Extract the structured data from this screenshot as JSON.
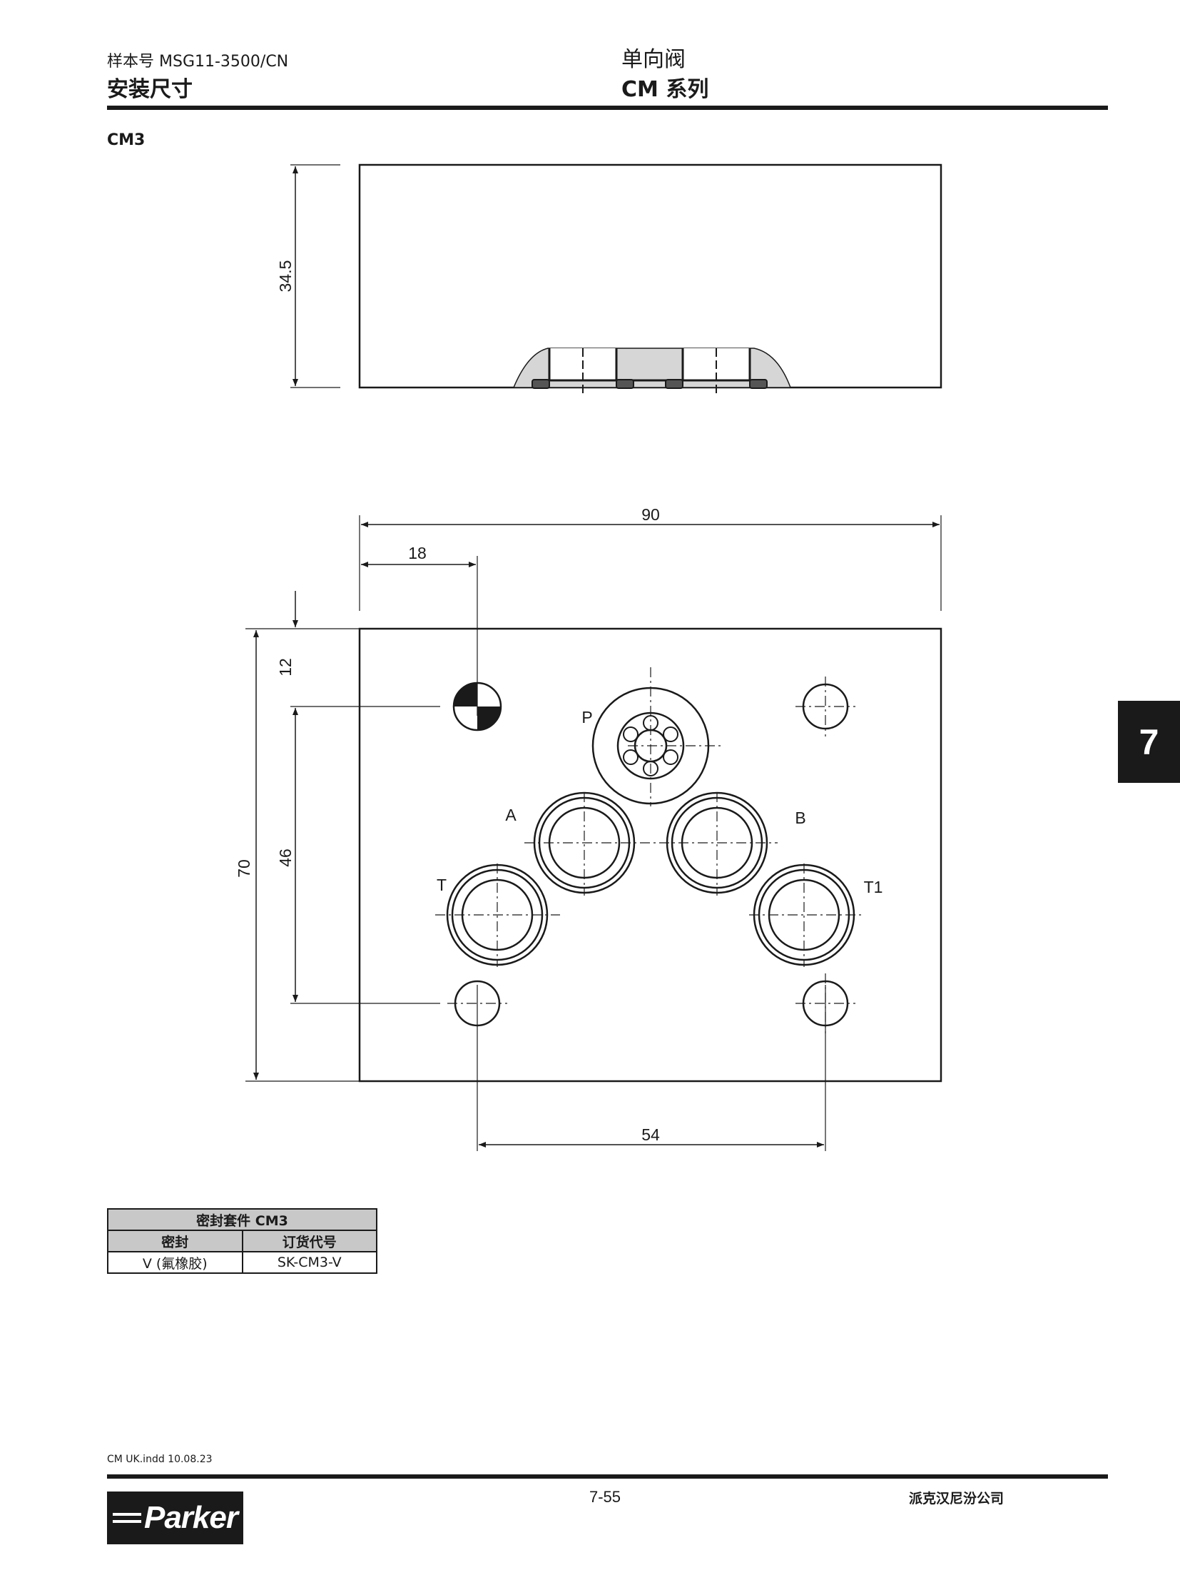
{
  "header": {
    "catalog_no": "样本号 MSG11-3500/CN",
    "section_title": "安装尺寸",
    "product": "单向阀",
    "series": "CM 系列"
  },
  "section_label": "CM3",
  "drawing": {
    "side_view": {
      "height_dim": "34.5"
    },
    "top_view": {
      "width_dim": "90",
      "ref_offset_dim": "18",
      "top_offset_dim": "12",
      "hole_pitch_v_dim": "46",
      "height_dim": "70",
      "hole_pitch_h_dim": "54",
      "ports": {
        "p": "P",
        "a": "A",
        "b": "B",
        "t": "T",
        "t1": "T1"
      }
    }
  },
  "seal_kit_table": {
    "title": "密封套件 CM3",
    "headers": [
      "密封",
      "订货代号"
    ],
    "rows": [
      [
        "V (氟橡胶)",
        "SK-CM3-V"
      ]
    ]
  },
  "chapter_tab": "7",
  "footer": {
    "file": "CM UK.indd  10.08.23",
    "page": "7-55",
    "company": "派克汉尼汾公司",
    "logo": "Parker"
  }
}
